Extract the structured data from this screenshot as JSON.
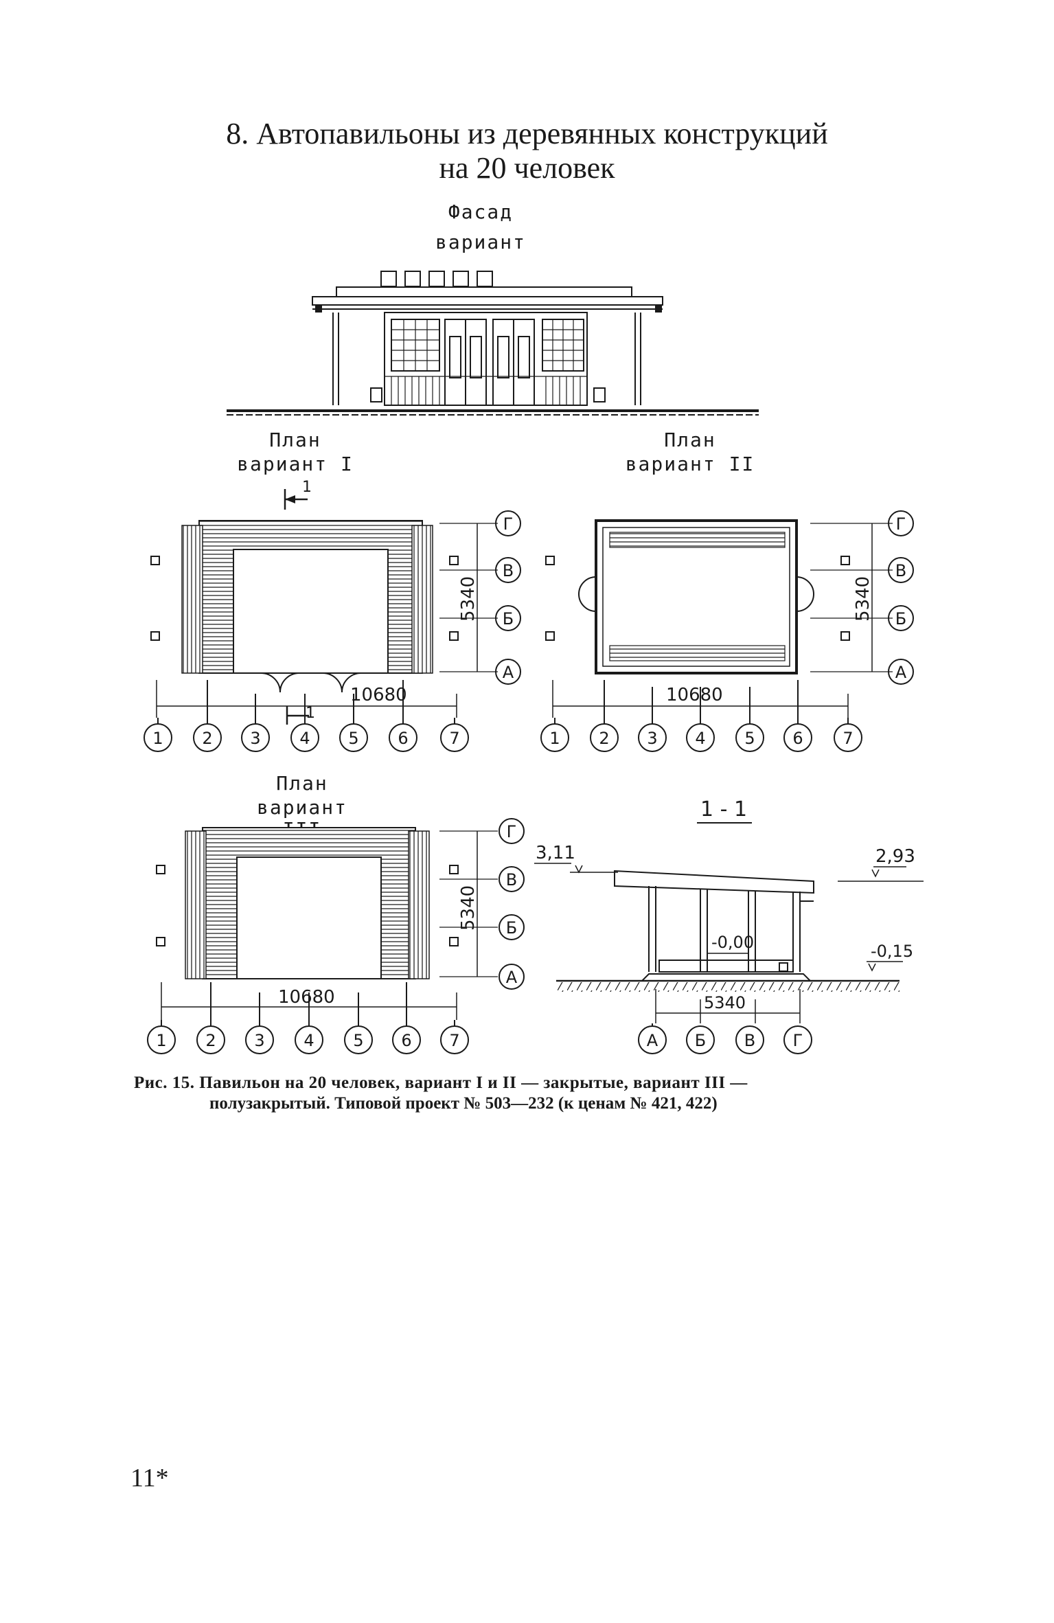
{
  "heading": {
    "line1": "8. Автопавильоны из деревянных конструкций",
    "line2": "на 20 человек"
  },
  "facade": {
    "label1": "Фасад",
    "label2": "вариант"
  },
  "plan1": {
    "label1": "План",
    "label2": "вариант I",
    "section_mark": "1",
    "length": "10680",
    "width": "5340"
  },
  "plan2": {
    "label1": "План",
    "label2": "вариант II",
    "length": "10680",
    "width": "5340"
  },
  "plan3": {
    "label1": "План",
    "label2": "вариант III",
    "length": "10680",
    "width": "5340"
  },
  "section": {
    "label": "1 - 1",
    "level_roof_left": "3,11",
    "level_roof_right": "2,93",
    "level_floor": "-0,00",
    "level_ground": "-0,15",
    "width": "5340"
  },
  "axes_numeric": [
    "1",
    "2",
    "3",
    "4",
    "5",
    "6",
    "7"
  ],
  "axes_letter_plan": [
    "Г",
    "В",
    "Б",
    "А"
  ],
  "axes_letter_section": [
    "А",
    "Б",
    "В",
    "Г"
  ],
  "caption": {
    "line1": "Рис. 15. Павильон на 20 человек, вариант I и II — закрытые, вариант III —",
    "line2": "полузакрытый. Типовой проект № 503—232 (к ценам № 421, 422)"
  },
  "page_number": "11*"
}
